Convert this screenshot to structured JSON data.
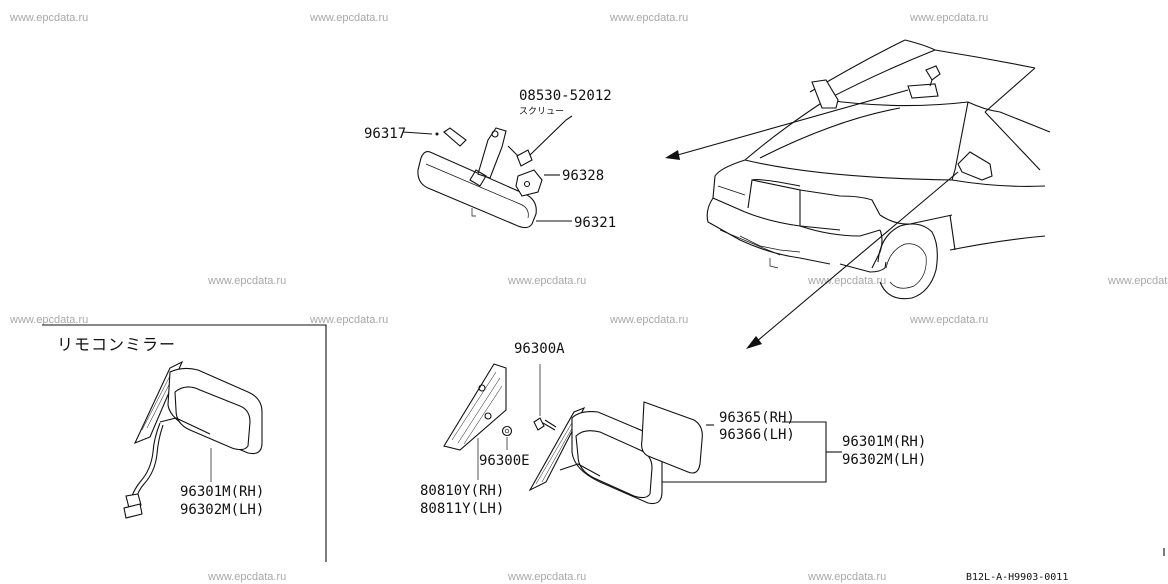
{
  "watermark": "www.epcdata.ru",
  "inset": {
    "title": "リモコンミラー"
  },
  "parts": {
    "screw_number": "08530-52012",
    "screw_note": "スクリュー",
    "p96317": "96317",
    "p96328": "96328",
    "p96321": "96321",
    "p96300A": "96300A",
    "p96300E": "96300E",
    "p80810Y": "80810Y(RH)",
    "p80811Y": "80811Y(LH)",
    "p96365": "96365(RH)",
    "p96366": "96366(LH)",
    "p96301M_main": "96301M(RH)",
    "p96302M_main": "96302M(LH)",
    "p96301M_inset": "96301M(RH)",
    "p96302M_inset": "96302M(LH)"
  },
  "diagram_code": "B12L-A-H9903-0011"
}
